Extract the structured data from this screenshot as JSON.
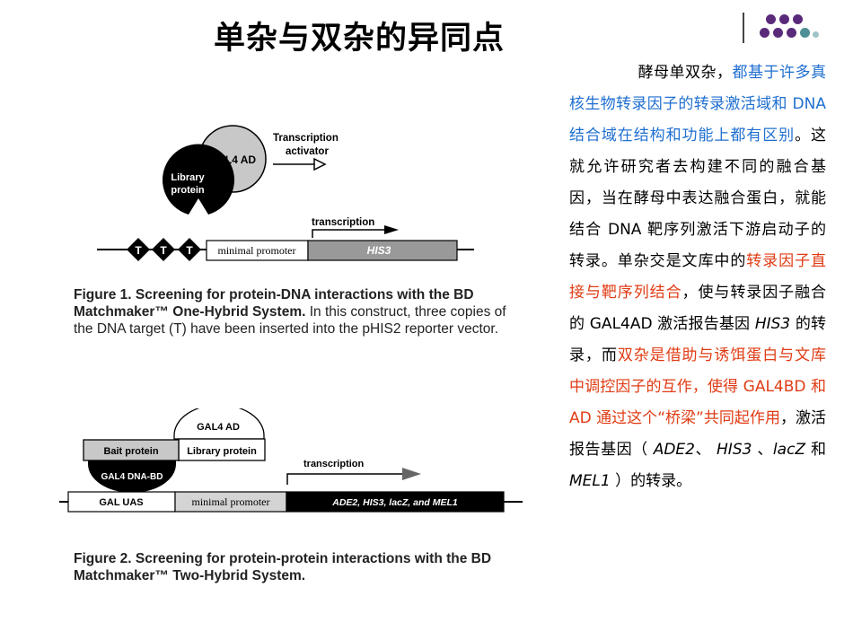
{
  "title": "单杂与双杂的异同点",
  "colors": {
    "blue": "#1f6fd0",
    "red": "#e03c14",
    "dot_purple": "#5a2a7a",
    "dot_teal": "#4f8f95"
  },
  "figure1": {
    "gal4ad": "GAL4 AD",
    "library_line1": "Library",
    "library_line2": "protein",
    "activator_line1": "Transcription",
    "activator_line2": "activator",
    "transcription": "transcription",
    "target": "T",
    "promoter": "minimal promoter",
    "reporter": "HIS3",
    "caption_bold": "Figure 1. Screening for protein-DNA interactions with the BD Matchmaker™ One-Hybrid System.",
    "caption_rest": " In this construct, three copies of the DNA target (T) have been inserted into the pHIS2 reporter vector."
  },
  "figure2": {
    "gal4ad": "GAL4 AD",
    "bait": "Bait protein",
    "library": "Library protein",
    "dnabd": "GAL4 DNA-BD",
    "uas": "GAL UAS",
    "promoter": "minimal promoter",
    "transcription": "transcription",
    "reporters": "ADE2, HIS3, lacZ, and MEL1",
    "caption": "Figure 2. Screening for protein-protein interactions with the BD Matchmaker™ Two-Hybrid System."
  },
  "text": {
    "p1": "酵母单双杂，",
    "p2": "都基于许多真核生物转录因子的转录激活域和 DNA 结合域在结构和功能上都有区别",
    "p3": "。这就允许研究者去构建不同的融合基因，当在酵母中表达融合蛋白，就能结合 DNA 靶序列激活下游启动子的转录。单杂交是文库中的",
    "p4": "转录因子直接与靶序列结合",
    "p5": "，使与转录因子融合的 GAL4AD 激活报告基因 ",
    "p6": "HIS3",
    "p7": " 的转录，而",
    "p8": "双杂是借助与诱饵蛋白与文库中调控因子的互作，使得 GAL4BD 和 AD 通过这个“桥梁”共同起作用",
    "p9": "，激活报告基因（ ",
    "p10": "ADE2",
    "p11": "、 ",
    "p12": "HIS3",
    "p13": " 、",
    "p14": "lacZ",
    "p15": " 和 ",
    "p16": "MEL1",
    "p17": " ）的转录。"
  }
}
